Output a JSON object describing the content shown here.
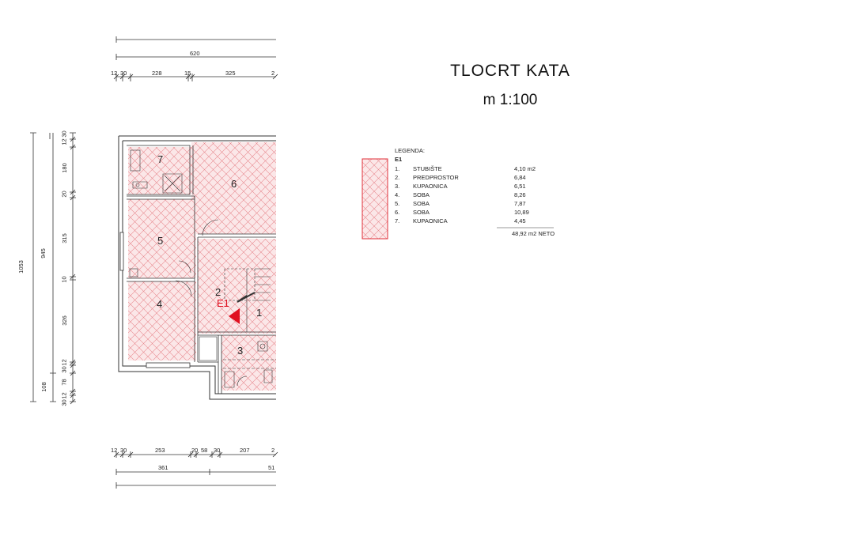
{
  "title": "TLOCRT  KATA",
  "scale": "m 1:100",
  "legend": {
    "heading": "LEGENDA:",
    "group": "E1",
    "rows": [
      {
        "no": "1.",
        "name": "STUBIŠTE",
        "area": "4,10 m2"
      },
      {
        "no": "2.",
        "name": "PREDPROSTOR",
        "area": "6,84"
      },
      {
        "no": "3.",
        "name": "KUPAONICA",
        "area": "6,51"
      },
      {
        "no": "4.",
        "name": "SOBA",
        "area": "8,26"
      },
      {
        "no": "5.",
        "name": "SOBA",
        "area": "7,87"
      },
      {
        "no": "6.",
        "name": "SOBA",
        "area": "10,89"
      },
      {
        "no": "7.",
        "name": "KUPAONICA",
        "area": "4,45"
      }
    ],
    "total": "48,92 m2 NETO",
    "hatch_color": "#e0303a"
  },
  "dimensions": {
    "top_total": "620",
    "top_chain": [
      "12",
      "30",
      "228",
      "15",
      "325",
      "2"
    ],
    "bottom_chain": [
      "12",
      "30",
      "253",
      "20",
      "58",
      "30",
      "207",
      "2"
    ],
    "bottom_sub": [
      "361",
      "51"
    ],
    "left_outer": "1053",
    "left_inner": [
      "945",
      "108"
    ],
    "left_chain_top": [
      "30",
      "12"
    ],
    "left_chain": [
      "180",
      "20",
      "315",
      "10",
      "326"
    ],
    "left_chain_bot_a": [
      "12",
      "30"
    ],
    "left_chain_bot_b": [
      "78"
    ],
    "left_chain_bot_c": [
      "12",
      "30"
    ]
  },
  "rooms": {
    "r1": "1",
    "r2": "2",
    "r3": "3",
    "r4": "4",
    "r5": "5",
    "r6": "6",
    "r7": "7"
  },
  "marker": {
    "label": "E1",
    "color": "#e01020"
  }
}
